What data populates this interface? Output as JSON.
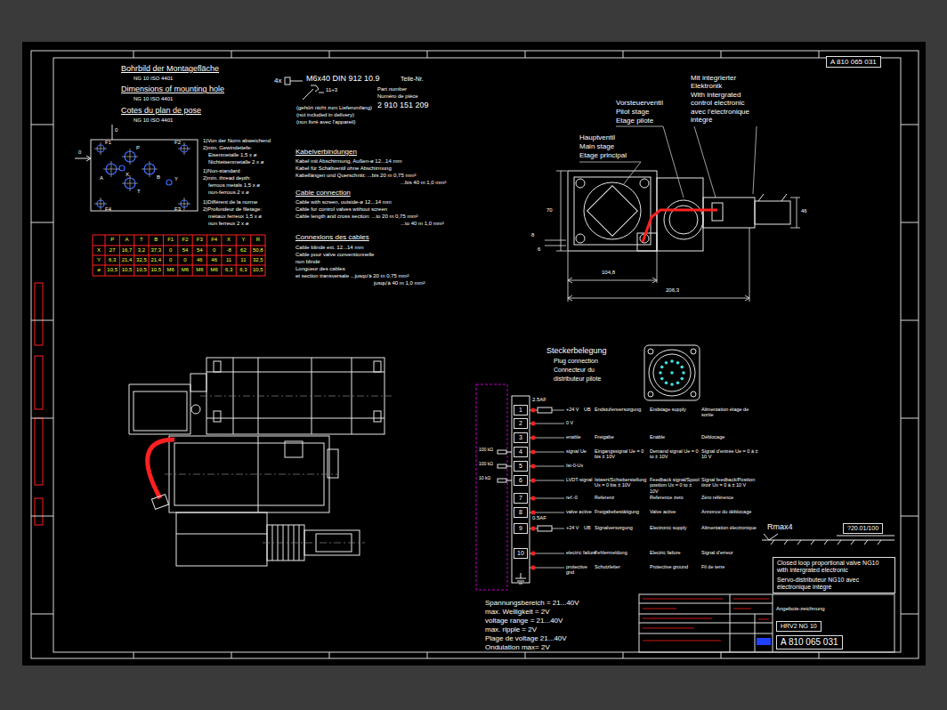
{
  "diagram": {
    "nodes": [
      {
        "text": [
          "A 810 065 031"
        ]
      },
      {
        "text": [
          "Closed loop proportional valve NG10 with intergrated electronic",
          "Servo-distributeur NG10 avec électronique intégré"
        ]
      },
      {
        "text": [
          "?20.01/100"
        ]
      },
      {
        "text": [
          "HRV2 NG 10"
        ]
      },
      {
        "text": [
          "A 810 065 031"
        ]
      },
      {
        "text": [
          "1"
        ]
      },
      {
        "text": [
          "2"
        ]
      },
      {
        "text": [
          "3"
        ]
      },
      {
        "text": [
          "4"
        ]
      },
      {
        "text": [
          "5"
        ]
      },
      {
        "text": [
          "6"
        ]
      },
      {
        "text": [
          "7"
        ]
      },
      {
        "text": [
          "8"
        ]
      },
      {
        "text": [
          "9"
        ]
      },
      {
        "text": [
          "10"
        ]
      }
    ],
    "labels": [
      "Bohrbild der Montagefläche",
      "NG 10 ISO 4401",
      "Dimensions of mounting hole",
      "NG 10 ISO 4401",
      "Cotes du plan de pose",
      "NG 10 ISO 4401",
      "0",
      "0",
      "F1",
      "P",
      "F2",
      "A",
      "B",
      "X",
      "Y",
      "T",
      "F4",
      "F3",
      "1)Von der Norm abweichend",
      "2)min. Gewindetiefe:",
      "Eisenmetalle 1,5 x ø",
      "Nichteisenmetalle 2 x ø",
      "1)Non-standard",
      "2)min. thread depth:",
      "ferrous metals 1,5 x ø",
      "non-ferrous 2 x ø",
      "1)Différent de la norme",
      "2)Profondeur de filetage:",
      "métaux ferreux 1,5 x ø",
      "non ferreux 2 x ø",
      "P",
      "A",
      "T",
      "B",
      "F1",
      "F2",
      "F3",
      "F4",
      "X",
      "Y",
      "R",
      "X",
      "27",
      "16,7",
      "3,2",
      "37,3",
      "0",
      "54",
      "54",
      "0",
      "-8",
      "62",
      "50,8",
      "Y",
      "6,3",
      "21,4",
      "32,5",
      "21,4",
      "0",
      "0",
      "46",
      "46",
      "11",
      "11",
      "32,5",
      "ø",
      "10,5",
      "10,5",
      "10,5",
      "10,5",
      "M6",
      "M6",
      "M6",
      "M6",
      "6,3",
      "6,3",
      "10,5",
      "4x",
      "M6x40 DIN 912 10.9",
      "Teile-Nr.",
      "Part number",
      "Numéro de pièce",
      "2 910 151 209",
      "11+3",
      "(gehört nicht zum Lieferumfang)",
      "(not included in delivery)",
      "(non livré avec l'appareil)",
      "Kabelverbindungen",
      "Kabel mit Abschirmung, Außen-ø 12...14 mm",
      "Kabel für Schaltventil ohne Abschirmung",
      "Kabellängen und Querschnitt: ...bis 20 m 0,75 mm²",
      "...bis 40 m 1,0 mm²",
      "Cable connection",
      "Cable with screen, outside-ø 12...14 mm",
      "Cable for control valves without screen",
      "Cable length and cross section: ...to 20 m 0,75 mm²",
      "...to 40 m 1,0 mm²",
      "Connexions des cables",
      "Cable blindé ext. 12...14 mm",
      "Cable pour valve conventionnelle",
      "non blindé",
      "Longueur des cables",
      "et section transversale ...jusqu'à 20 m 0,75 mm²",
      "jusqu'à 40 m 1,0 mm²",
      "Mit integrierter",
      "Elektronik",
      "With intergrated",
      "control electronic",
      "avec l'électronique",
      "intégré",
      "Vorsteuerventil",
      "Pilot stage",
      "Etage pilote",
      "Hauptventil",
      "Main stage",
      "Etage principal",
      "70",
      "46",
      "8",
      "6",
      "104,8",
      "206,3",
      "Steckerbelegung",
      "Plug connection",
      "Connecteur du",
      "distributeur pilote",
      "2.5AF",
      "0.5AF",
      "100 kΩ",
      "100 kΩ",
      "10 kΩ",
      "+24 V",
      "UB",
      "Endstufenversorgung",
      "Endstage supply",
      "Alimentation étage de sortie",
      "0 V",
      "enable",
      "Freigabe",
      "Enable",
      "Déblocage",
      "signal Ue",
      "Eingangssignal Ue = 0 bis ± 10V",
      "Demand signal Ue = 0 to ± 10V",
      "Signal d'entrée Ue = 0 à ± 10 V",
      "Ist-0-Ux",
      "LVDT-signal",
      "Istwert/Schieberstellung Ux = 0 bis ± 10V",
      "Feedback signal/Spool position Ux = 0 to ± 10V",
      "Signal feedback/Position tiroir Ux = 0 à ± 10 V",
      "ref.-0",
      "Referenz",
      "Reference zero",
      "Zéro référence",
      "valve active",
      "Freigabebestätigung",
      "Valve active",
      "Annonce du déblocage",
      "+24 V",
      "UB",
      "Signalversorgung",
      "Electronic supply",
      "Alimentation électronique",
      "electric failure",
      "Fehlermeldung",
      "Electric failure",
      "Signal d'erreur",
      "protective gnd",
      "Schutzleiter",
      "Protective ground",
      "Fil de terre",
      "Spannungsbereich = 21...40V",
      "max. Welligkeit = 2V",
      "voltage range = 21...40V",
      "max. ripple = 2V",
      "Plage de voltage 21...40V",
      "Ondulation max= 2V",
      "Rmax4",
      "Angebots-zeichnung"
    ]
  }
}
